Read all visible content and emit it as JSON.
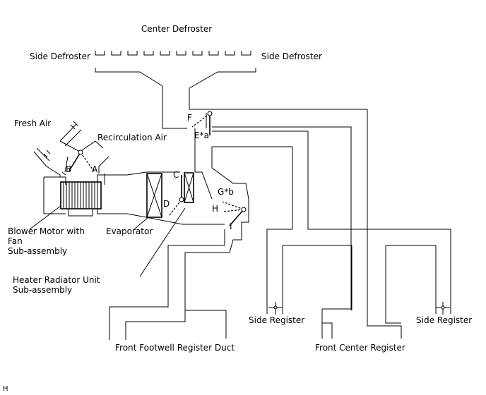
{
  "labels": {
    "center_defroster": "Center Defroster",
    "side_defroster_left": "Side Defroster",
    "side_defroster_right": "Side Defroster",
    "fresh_air": "Fresh Air",
    "recirculation_air": "Recirculation Air",
    "blower_line1": "Blower Motor with",
    "blower_line2": "Fan",
    "blower_line3": "Sub-assembly",
    "evaporator": "Evaporator",
    "heater_line1": "Heater Radiator Unit",
    "heater_line2": "Sub-assembly",
    "side_register_left": "Side Register",
    "side_register_right": "Side Register",
    "front_footwell": "Front Footwell Register Duct",
    "front_center": "Front Center Register",
    "corner_mark": "H"
  },
  "damper_labels": {
    "A": "A",
    "B": "B",
    "C": "C",
    "D": "D",
    "E": "E*a",
    "F": "F",
    "G": "G*b",
    "H": "H",
    "I": "I"
  }
}
